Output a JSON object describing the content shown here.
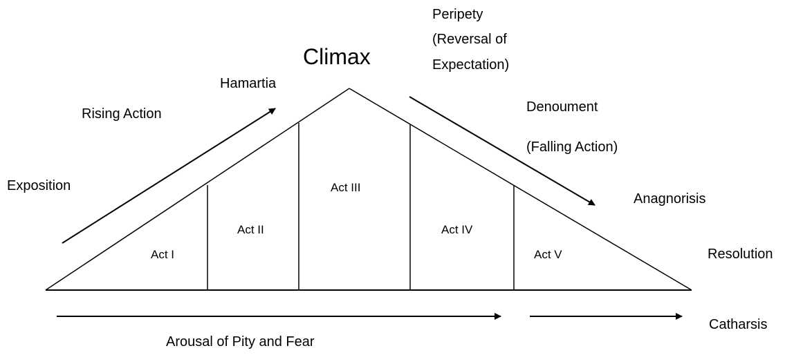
{
  "labels": {
    "climax": "Climax",
    "peripety": [
      "Peripety",
      "(Reversal of",
      "Expectation)"
    ],
    "hamartia": "Hamartia",
    "rising_action": "Rising Action",
    "denoument": "Denoument",
    "falling_action": "(Falling Action)",
    "exposition": "Exposition",
    "anagnorisis": "Anagnorisis",
    "resolution": "Resolution",
    "catharsis": "Catharsis",
    "arousal": "Arousal of Pity and Fear"
  },
  "acts": [
    "Act I",
    "Act II",
    "Act III",
    "Act IV",
    "Act V"
  ],
  "colors": {
    "line": "#000000",
    "background": "#ffffff"
  }
}
